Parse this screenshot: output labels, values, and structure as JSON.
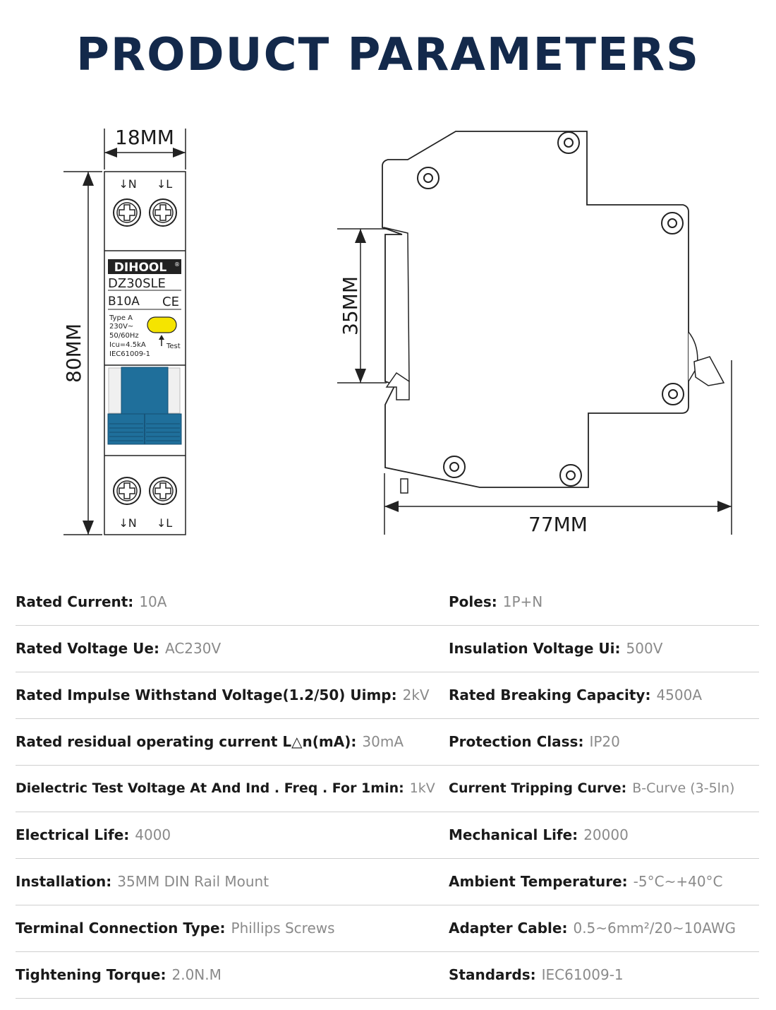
{
  "title": "PRODUCT PARAMETERS",
  "diagram": {
    "front_view": {
      "width_label": "18MM",
      "height_label": "80MM",
      "terminal_top_labels": [
        "↓N",
        "↓L"
      ],
      "terminal_bottom_labels": [
        "↓N",
        "↓L"
      ],
      "brand": "DIHOOL",
      "brand_mark": "®",
      "model": "DZ30SLE",
      "rating": "B10A",
      "ce_mark": "CE",
      "specs_lines": [
        "Type A",
        "230V~",
        "50/60Hz",
        "Icu=4.5kA",
        "IEC61009-1"
      ],
      "test_label": "Test",
      "test_button_color": "#f5e400",
      "toggle_color": "#1f6f9b"
    },
    "side_view": {
      "rail_label": "35MM",
      "depth_label": "77MM"
    }
  },
  "specs": [
    {
      "left": {
        "label": "Rated Current:",
        "value": "10A"
      },
      "right": {
        "label": "Poles:",
        "value": "1P+N"
      }
    },
    {
      "left": {
        "label": "Rated Voltage Ue:",
        "value": "AC230V"
      },
      "right": {
        "label": "Insulation Voltage Ui:",
        "value": "500V"
      }
    },
    {
      "left": {
        "label": "Rated Impulse Withstand Voltage(1.2/50) Uimp:",
        "value": "2kV"
      },
      "right": {
        "label": "Rated Breaking Capacity:",
        "value": "4500A"
      }
    },
    {
      "left": {
        "label": "Rated residual operating current L△n(mA):",
        "value": "30mA"
      },
      "right": {
        "label": "Protection Class:",
        "value": "IP20"
      }
    },
    {
      "left": {
        "label": "Dielectric Test Voltage At And Ind . Freq . For 1min:",
        "value": "1kV"
      },
      "right": {
        "label": "Current Tripping Curve:",
        "value": "B-Curve (3-5ln)"
      }
    },
    {
      "left": {
        "label": "Electrical Life:",
        "value": "4000"
      },
      "right": {
        "label": "Mechanical Life:",
        "value": "20000"
      }
    },
    {
      "left": {
        "label": "Installation:",
        "value": "35MM DIN Rail Mount"
      },
      "right": {
        "label": "Ambient Temperature:",
        "value": "-5°C~+40°C"
      }
    },
    {
      "left": {
        "label": "Terminal Connection Type:",
        "value": "Phillips Screws"
      },
      "right": {
        "label": "Adapter Cable:",
        "value": "0.5~6mm²/20~10AWG"
      }
    },
    {
      "left": {
        "label": "Tightening Torque:",
        "value": "2.0N.M"
      },
      "right": {
        "label": "Standards:",
        "value": "IEC61009-1"
      }
    }
  ]
}
